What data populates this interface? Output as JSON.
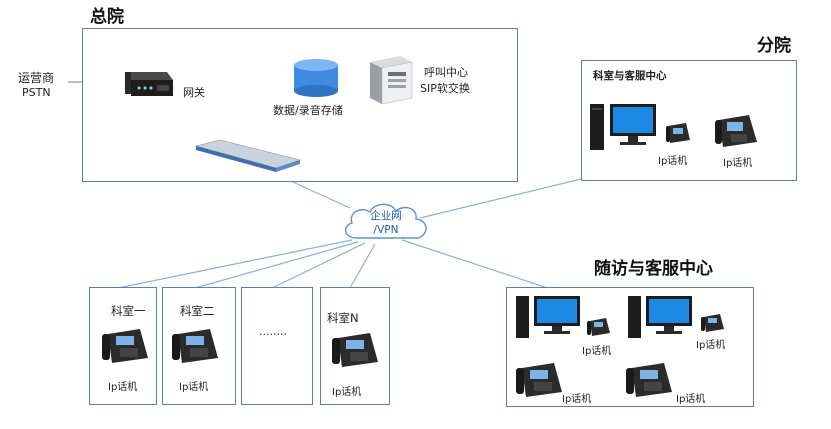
{
  "headquarters": {
    "title": "总院",
    "carrier_label": "运营商",
    "carrier_sub": "PSTN",
    "gateway_label": "网关",
    "storage_label": "数据/录音存储",
    "callcenter_label_1": "呼叫中心",
    "callcenter_label_2": "SIP软交换"
  },
  "branch": {
    "title": "分院",
    "panel_title": "科室与客服中心",
    "phone_label_1": "Ip话机",
    "phone_label_2": "Ip话机"
  },
  "network": {
    "cloud_line_1": "企业网",
    "cloud_line_2": "/VPN"
  },
  "departments": [
    {
      "name": "科室一",
      "phone_label": "Ip话机"
    },
    {
      "name": "科室二",
      "phone_label": "Ip话机"
    },
    {
      "name": "........",
      "phone_label": ""
    },
    {
      "name": "科室N",
      "phone_label": "Ip话机"
    }
  ],
  "followup": {
    "title": "随访与客服中心",
    "phone_labels": [
      "Ip话机",
      "Ip话机",
      "Ip话机",
      "Ip话机"
    ]
  }
}
